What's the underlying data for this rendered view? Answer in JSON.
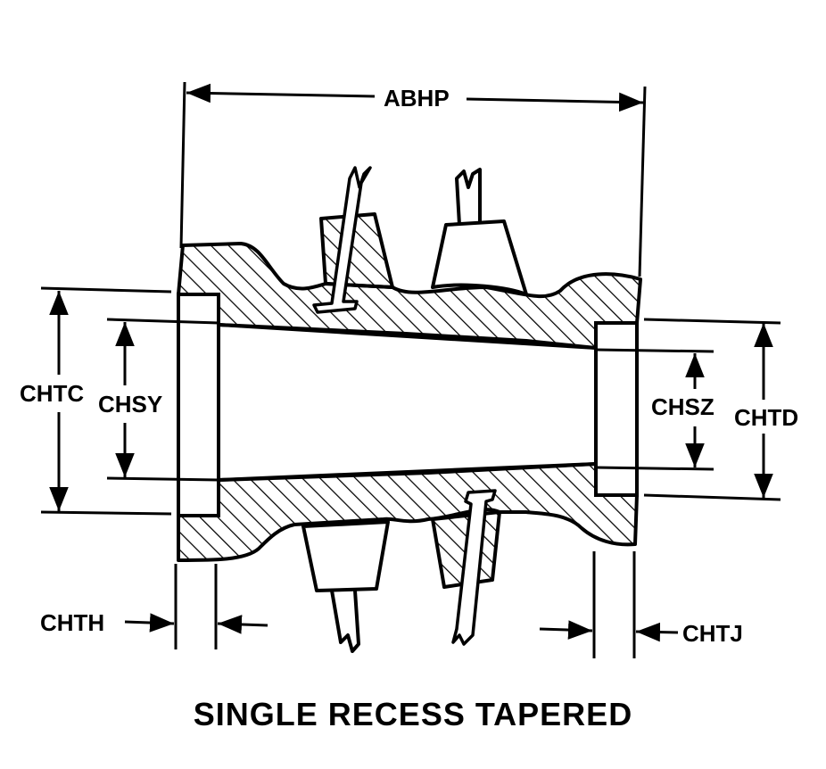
{
  "title": "SINGLE RECESS TAPERED",
  "labels": {
    "abhp": "ABHP",
    "chtc": "CHTC",
    "chsy": "CHSY",
    "chsz": "CHSZ",
    "chtd": "CHTD",
    "chth": "CHTH",
    "chtj": "CHTJ"
  },
  "colors": {
    "ink": "#000000",
    "paper": "#ffffff"
  }
}
